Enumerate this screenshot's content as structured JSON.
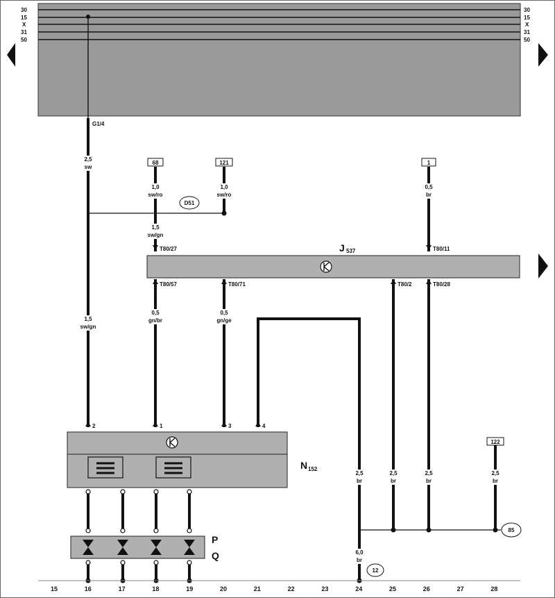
{
  "bus": {
    "left_labels": [
      "30",
      "15",
      "X",
      "31",
      "50"
    ],
    "right_labels": [
      "30",
      "15",
      "X",
      "31",
      "50"
    ]
  },
  "connectors": {
    "g1_4": "G1/4",
    "t80_27": "T80/27",
    "t80_11": "T80/11",
    "t80_57": "T80/57",
    "t80_71": "T80/71",
    "t80_2": "T80/2",
    "t80_28": "T80/28"
  },
  "wires": {
    "w1": {
      "size": "2,5",
      "color": "sw"
    },
    "w2": {
      "size": "1,0",
      "color": "sw/ro"
    },
    "w3": {
      "size": "1,0",
      "color": "sw/ro"
    },
    "w4": {
      "size": "0,5",
      "color": "br"
    },
    "w5": {
      "size": "1,5",
      "color": "sw/gn"
    },
    "w6": {
      "size": "1,5",
      "color": "sw/gn"
    },
    "w7": {
      "size": "0,5",
      "color": "gn/br"
    },
    "w8": {
      "size": "0,5",
      "color": "gn/ge"
    },
    "w9": {
      "size": "2,5",
      "color": "br"
    },
    "w10": {
      "size": "2,5",
      "color": "br"
    },
    "w11": {
      "size": "2,5",
      "color": "br"
    },
    "w12": {
      "size": "2,5",
      "color": "br"
    },
    "w13": {
      "size": "6,0",
      "color": "br"
    }
  },
  "refs": {
    "box_68": "68",
    "box_121": "121",
    "box_1": "1",
    "box_122": "122",
    "circle_d51": "D51",
    "circle_85": "85",
    "circle_12": "12"
  },
  "components": {
    "j537_letter": "J",
    "j537_sub": "537",
    "n152_letter": "N",
    "n152_sub": "152",
    "p": "P",
    "q": "Q"
  },
  "pins": {
    "p1": "1",
    "p2": "2",
    "p3": "3",
    "p4": "4"
  },
  "columns": [
    "15",
    "16",
    "17",
    "18",
    "19",
    "20",
    "21",
    "22",
    "23",
    "24",
    "25",
    "26",
    "27",
    "28"
  ]
}
